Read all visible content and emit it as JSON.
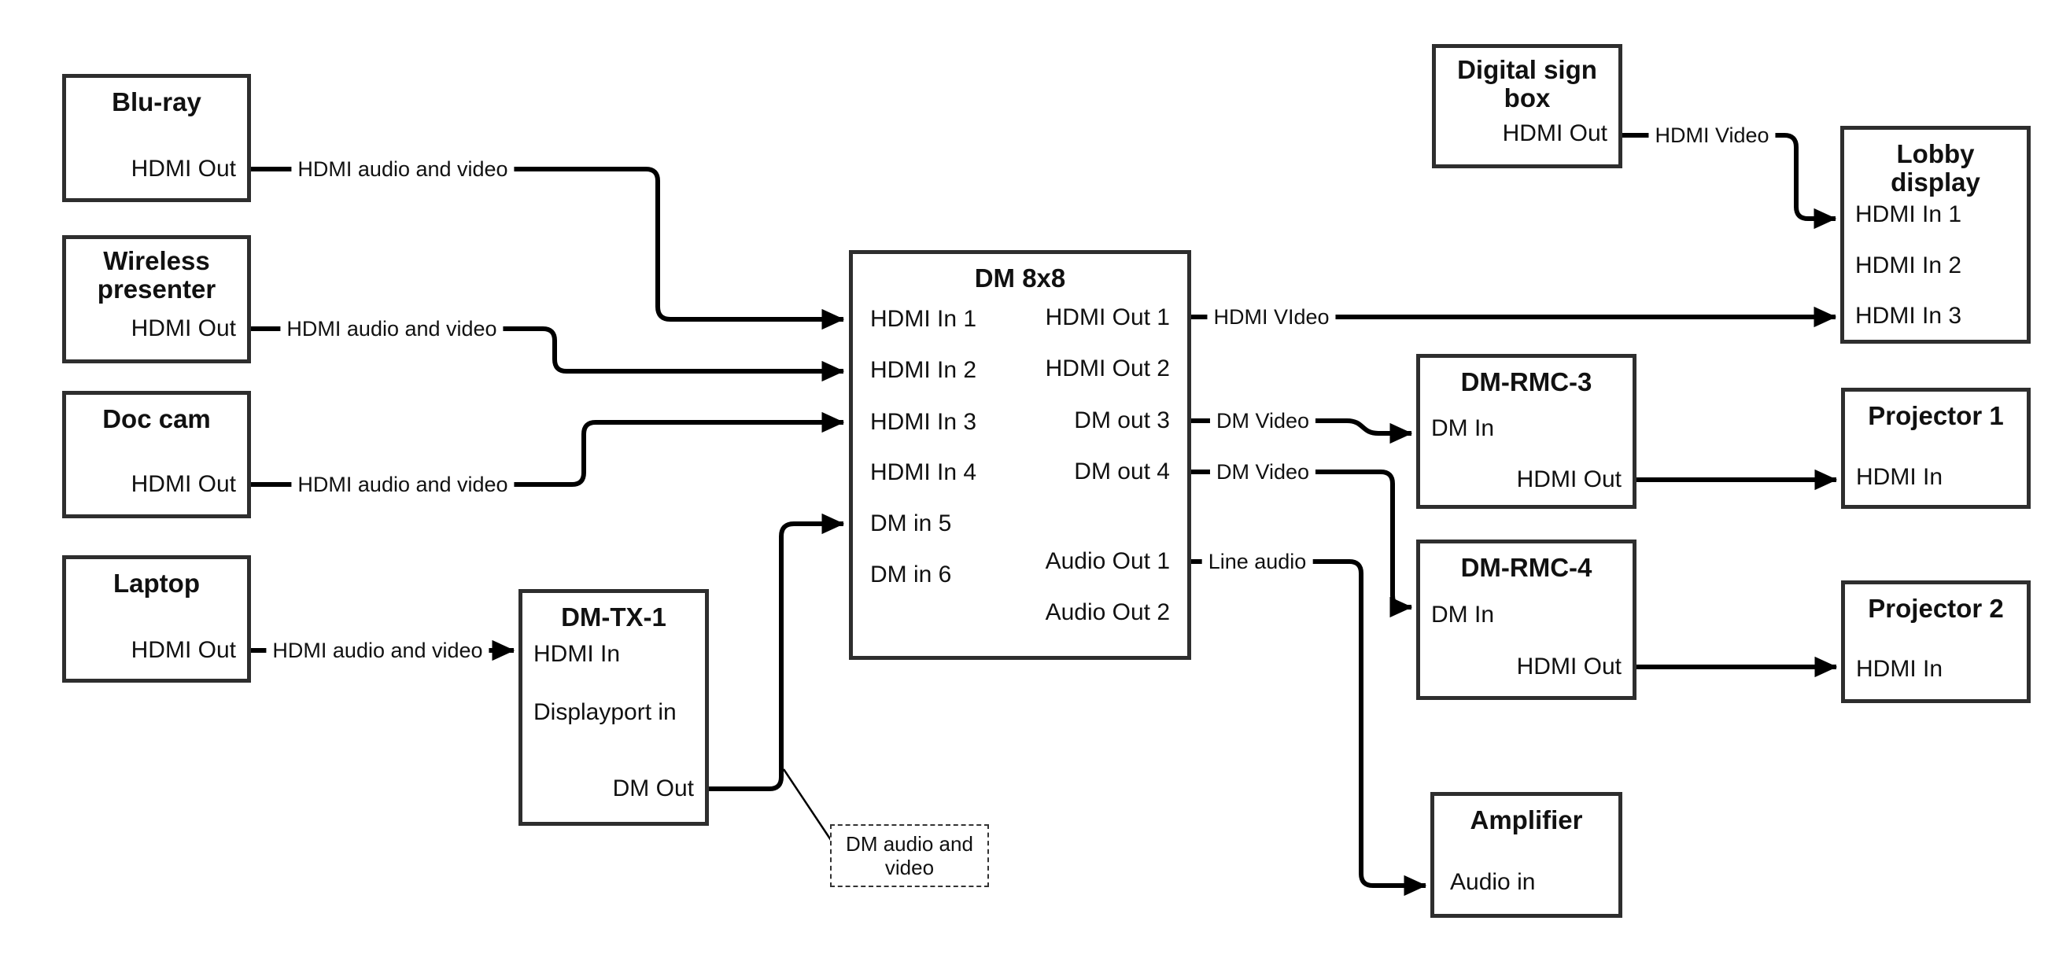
{
  "boxes": {
    "bluray": {
      "title": "Blu-ray",
      "hdmi_out": "HDMI Out"
    },
    "wireless": {
      "title": "Wireless\npresenter",
      "hdmi_out": "HDMI Out"
    },
    "doccam": {
      "title": "Doc cam",
      "hdmi_out": "HDMI Out"
    },
    "laptop": {
      "title": "Laptop",
      "hdmi_out": "HDMI Out"
    },
    "dmtx1": {
      "title": "DM-TX-1",
      "hdmi_in": "HDMI In",
      "displayport_in": "Displayport in",
      "dm_out": "DM Out"
    },
    "dm8x8": {
      "title": "DM 8x8",
      "inputs": [
        "HDMI In 1",
        "HDMI In 2",
        "HDMI In 3",
        "HDMI In 4",
        "DM in 5",
        "DM in 6"
      ],
      "outputs": [
        "HDMI Out 1",
        "HDMI Out 2",
        "DM out 3",
        "DM out 4",
        "Audio Out 1",
        "Audio Out 2"
      ]
    },
    "sign": {
      "title": "Digital sign\nbox",
      "hdmi_out": "HDMI Out"
    },
    "lobby": {
      "title": "Lobby\ndisplay",
      "inputs": [
        "HDMI In 1",
        "HDMI In 2",
        "HDMI In 3"
      ]
    },
    "rmc3": {
      "title": "DM-RMC-3",
      "dm_in": "DM In",
      "hdmi_out": "HDMI Out"
    },
    "proj1": {
      "title": "Projector 1",
      "hdmi_in": "HDMI In"
    },
    "rmc4": {
      "title": "DM-RMC-4",
      "dm_in": "DM In",
      "hdmi_out": "HDMI Out"
    },
    "proj2": {
      "title": "Projector 2",
      "hdmi_in": "HDMI In"
    },
    "amp": {
      "title": "Amplifier",
      "audio_in": "Audio in"
    }
  },
  "labels": {
    "bluray_dm8x8": "HDMI audio and video",
    "wireless_dm8x8": "HDMI audio and video",
    "doccam_dm8x8": "HDMI audio and video",
    "laptop_dmtx1": "HDMI audio and video",
    "sign_lobby": "HDMI Video",
    "dm8x8_lobby": "HDMI VIdeo",
    "dm8x8_rmc3": "DM Video",
    "dm8x8_rmc4": "DM Video",
    "dm8x8_amp": "Line audio",
    "callout": "DM audio and\nvideo"
  },
  "colors": {
    "line": "#000000",
    "box_border": "#2e2e2e",
    "text": "#111111",
    "background": "#ffffff"
  }
}
